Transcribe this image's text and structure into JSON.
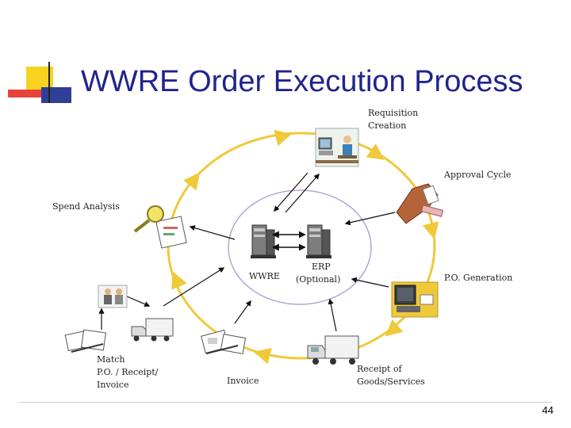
{
  "title": "WWRE Order Execution Process",
  "page_number": "44",
  "steps": {
    "requisition": [
      "Requisition",
      "Creation"
    ],
    "approval": "Approval Cycle",
    "po_generation": "P.O. Generation",
    "receipt": [
      "Receipt of",
      "Goods/Services"
    ],
    "invoice": "Invoice",
    "match": [
      "Match",
      "P.O. / Receipt/",
      "Invoice"
    ],
    "spend_analysis": "Spend Analysis"
  },
  "center": {
    "wwre": "WWRE",
    "erp": [
      "ERP",
      "(Optional)"
    ]
  },
  "colors": {
    "title": "#20248c",
    "cycle": "#f0c93a",
    "arrow": "#111111",
    "inner_circle": "#b9a3d3"
  }
}
